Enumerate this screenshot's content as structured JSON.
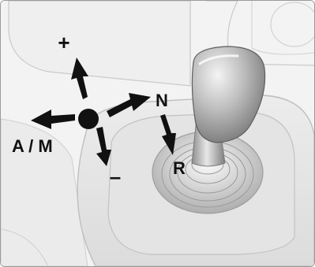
{
  "labels": {
    "plus": "+",
    "minus": "–",
    "neutral": "N",
    "reverse": "R",
    "auto_manual": "A / M"
  },
  "colors": {
    "arrow": "#111111",
    "panel_light": "#f4f4f4",
    "panel_shade": "#d7d7d7",
    "knob_dark": "#7c7c7c",
    "knob_light": "#e9e9e9"
  },
  "icons": [
    "center-dot-icon",
    "arrow-up-icon",
    "arrow-right-icon",
    "arrow-left-icon",
    "arrow-down-icon",
    "arrow-reverse-icon"
  ]
}
